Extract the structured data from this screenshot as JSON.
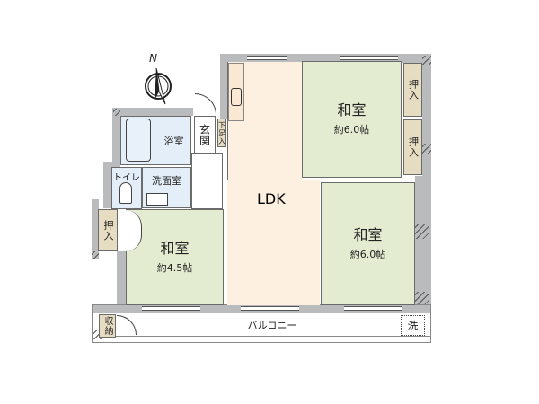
{
  "compass": {
    "north_label": "N",
    "icon": "compass-north-arrow"
  },
  "rooms": {
    "washitsu_ne": {
      "name": "和室",
      "size": "約6.0帖"
    },
    "washitsu_se": {
      "name": "和室",
      "size": "約6.0帖"
    },
    "washitsu_sw": {
      "name": "和室",
      "size": "約4.5帖"
    },
    "ldk": {
      "name": "LDK"
    },
    "bathroom": {
      "name": "浴室"
    },
    "toilet": {
      "name": "トイレ"
    },
    "washroom": {
      "name": "洗面室"
    },
    "entrance": {
      "name": "玄関"
    },
    "shoe_closet": {
      "name": "下足入"
    },
    "closet_ne_1": {
      "name": "押入"
    },
    "closet_ne_2": {
      "name": "押入"
    },
    "closet_w": {
      "name": "押入"
    },
    "storage": {
      "name": "収納"
    },
    "balcony": {
      "name": "バルコニー"
    },
    "washer": {
      "name": "洗"
    }
  },
  "colors": {
    "wall": "#b9bbbd",
    "washitsu": "#e3ecd0",
    "ldk": "#fdf0e0",
    "wet_area": "#e4eef9",
    "closet": "#e6dcc1"
  }
}
